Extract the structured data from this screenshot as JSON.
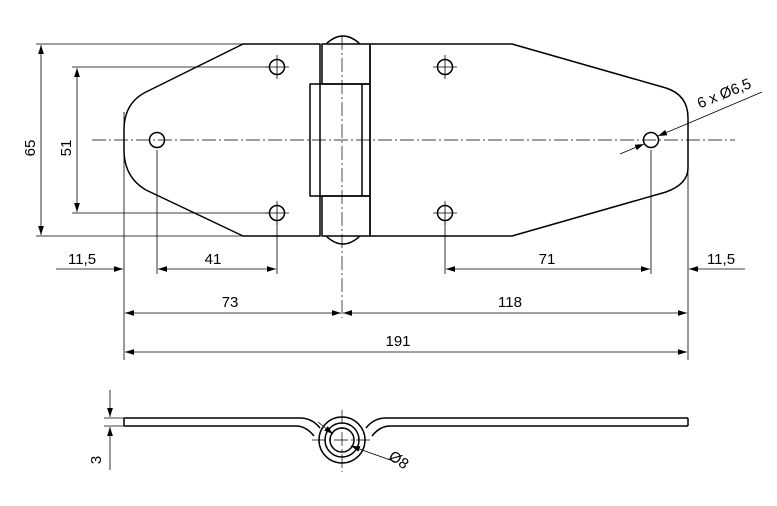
{
  "dimensions": {
    "height_total": "65",
    "hole_spacing_vertical": "51",
    "left_edge_offset": "11,5",
    "left_hole_spacing": "41",
    "left_leaf_length": "73",
    "right_leaf_length": "118",
    "right_hole_spacing": "71",
    "right_edge_offset": "11,5",
    "overall_length": "191",
    "holes_callout": "6 x Ø6,5",
    "thickness": "3",
    "pin_diameter": "Ø8"
  }
}
